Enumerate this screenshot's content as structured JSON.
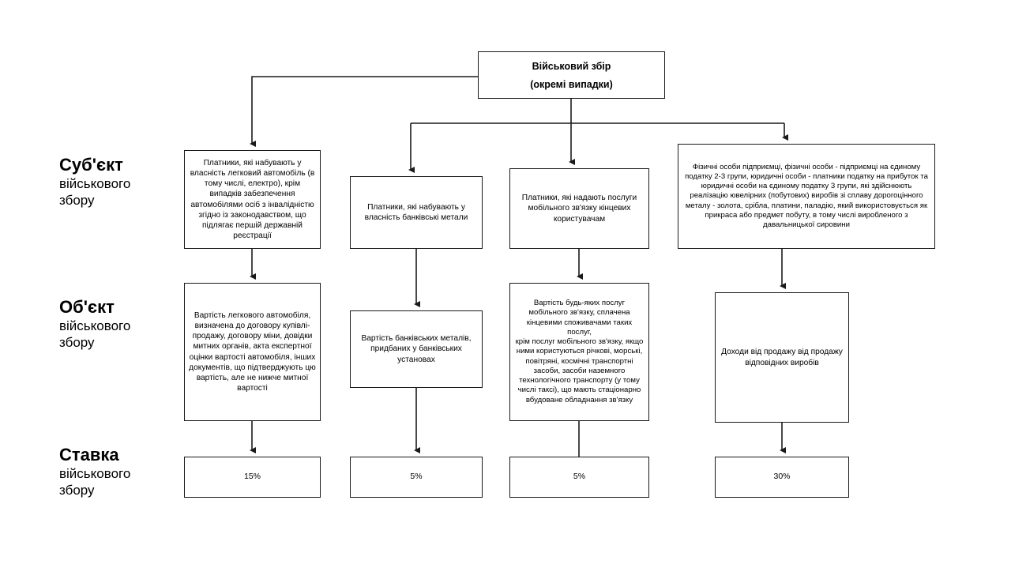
{
  "diagram": {
    "root": {
      "line1": "Військовий збір",
      "line2": "(окремі випадки)"
    },
    "row_labels": [
      {
        "heading": "Суб'єкт",
        "sub": "військового\nзбору"
      },
      {
        "heading": "Об'єкт",
        "sub": "військового\nзбору"
      },
      {
        "heading": "Ставка",
        "sub": "військового\nзбору"
      }
    ],
    "columns": [
      {
        "subject": "Платники, які набувають у власність легковий автомобіль (в тому числі, електро), крім випадків забезпечення автомобілями осіб з інвалідністю згідно із законодавством, що підлягає першій державній реєстрації",
        "object": "Вартість легкового автомобіля, визначена до договору купівлі-продажу, договору міни, довідки митних органів, акта експертної оцінки вартості автомобіля, інших документів, що підтверджують цю вартість, але не нижче митної вартості",
        "rate": "15%"
      },
      {
        "subject": "Платники, які набувають у власність банківські метали",
        "object": "Вартість банківських металів, придбаних у банківських установах",
        "rate": "5%"
      },
      {
        "subject": "Платники, які надають послуги мобільного зв'язку кінцевих користувачам",
        "object": "Вартість будь-яких послуг мобільного зв'язку, сплачена кінцевими споживачами таких послуг,\nкрім послуг мобільного зв'язку, якщо ними користуються річкові, морські, повітряні, космічні транспортні засоби, засоби наземного технологічного транспорту (у тому числі таксі), що мають стаціонарно вбудоване обладнання зв'язку",
        "rate": "5%"
      },
      {
        "subject": "Фізичні особи підприємці, фізичні особи - підприємці на єдиному податку 2-3 групи, юридичні особи - платники податку на прибуток та юридичні особи на єдиному податку 3 групи, які здійснюють реалізацію ювелірних (побутових) виробів зі сплаву дорогоцінного металу - золота, срібла, платини, паладію, який використовується як прикраса або предмет побуту, в тому числі виробленого з давальницької сировини",
        "object": "Доходи від продажу від продажу відповідних виробів",
        "rate": "30%"
      }
    ],
    "colors": {
      "stroke": "#1a1a1a",
      "background": "#ffffff",
      "text": "#000000"
    }
  }
}
